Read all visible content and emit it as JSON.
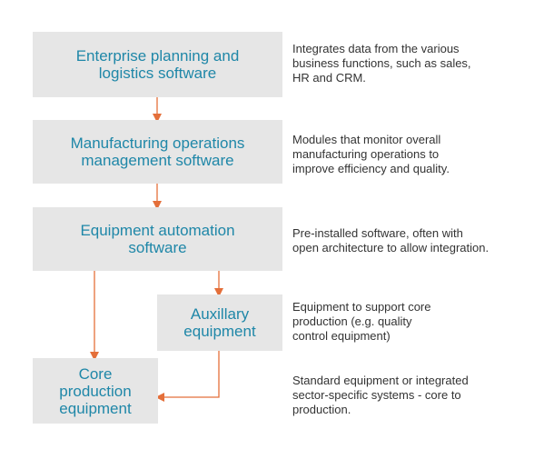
{
  "diagram": {
    "colors": {
      "box_fill": "#e6e6e6",
      "box_text": "#1f87a8",
      "desc_text": "#333333",
      "arrow": "#e46f3a"
    },
    "layers": [
      {
        "title": "Enterprise planning and\nlogistics software",
        "description": "Integrates data from the various\nbusiness functions, such as sales,\nHR and CRM."
      },
      {
        "title": "Manufacturing operations\nmanagement software",
        "description": "Modules that monitor overall\nmanufacturing operations to\nimprove efficiency and quality."
      },
      {
        "title": "Equipment automation\nsoftware",
        "description": "Pre-installed software, often with\nopen architecture to allow integration."
      },
      {
        "title": "Auxillary\nequipment",
        "description": "Equipment to support core\nproduction (e.g. quality\ncontrol equipment)"
      },
      {
        "title": "Core\nproduction\nequipment",
        "description": "Standard equipment or integrated\nsector-specific systems - core to\nproduction."
      }
    ]
  }
}
